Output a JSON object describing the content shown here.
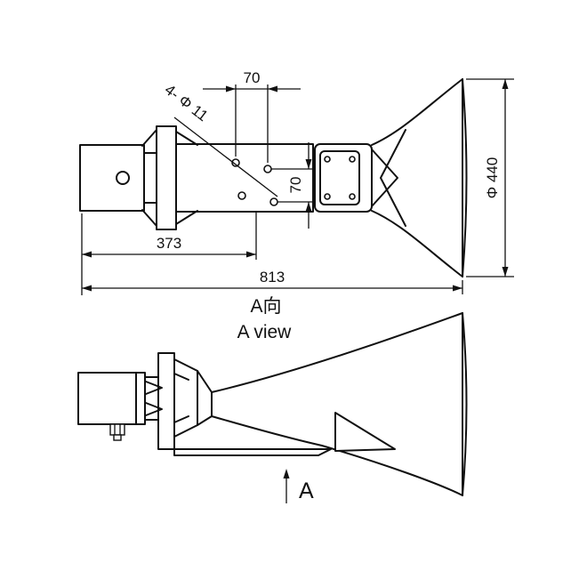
{
  "drawing": {
    "dimensions": {
      "hole_spacing_horizontal": "70",
      "hole_spacing_vertical": "70",
      "holes_callout": "4- Φ 11",
      "mouth_diameter": "Φ 440",
      "length_to_holes": "373",
      "overall_length": "813"
    },
    "labels": {
      "view_label_cn": "A向",
      "view_label_en": "A view",
      "section_arrow": "A"
    },
    "colors": {
      "line": "#111111",
      "background": "#ffffff"
    }
  }
}
